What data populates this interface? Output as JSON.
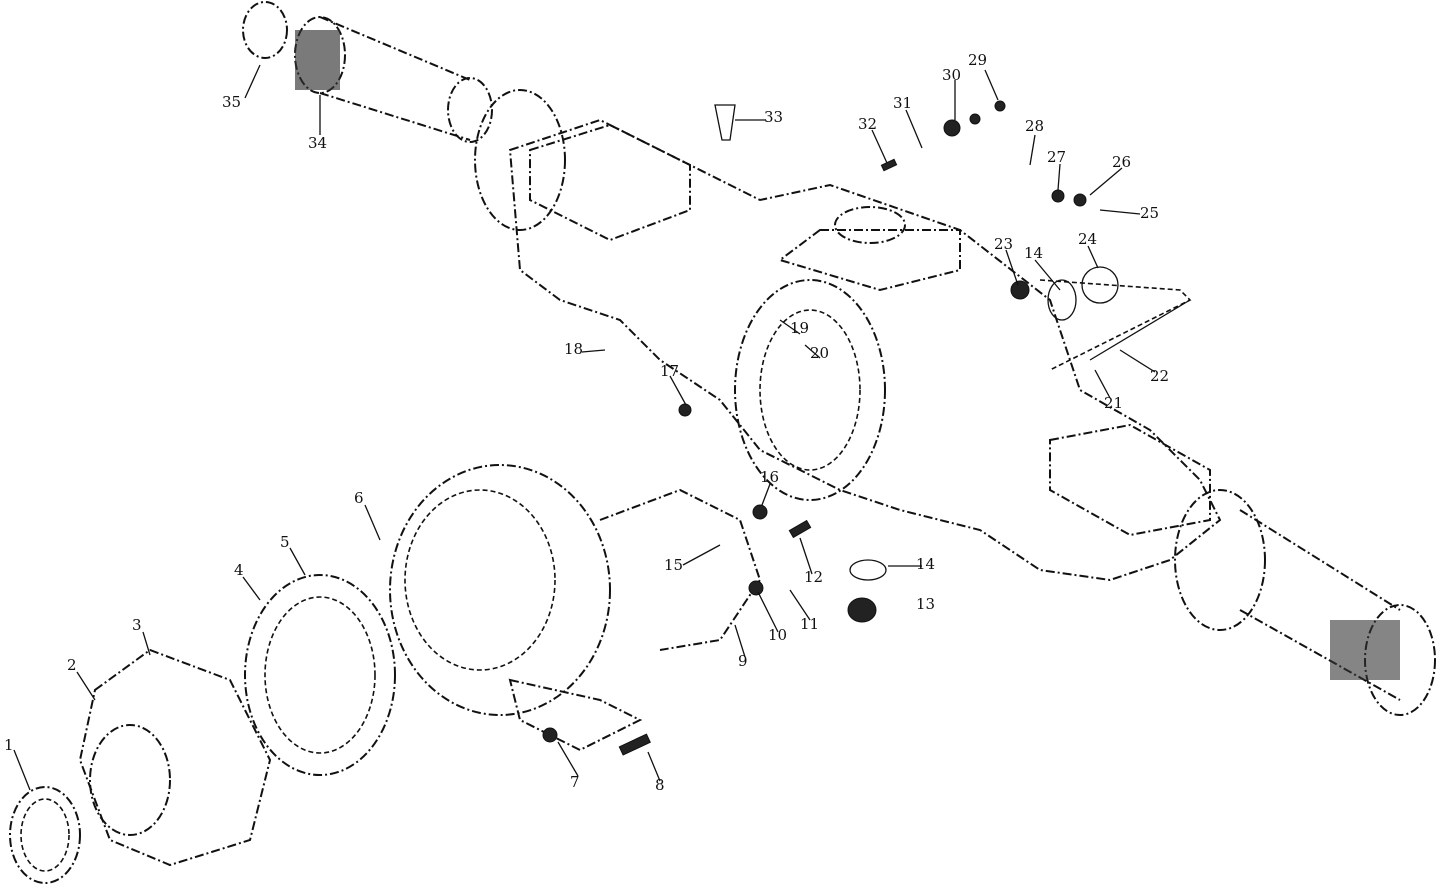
{
  "diagram": {
    "type": "exploded parts diagram - drive axle housing",
    "callouts": [
      "1",
      "2",
      "3",
      "4",
      "5",
      "6",
      "7",
      "8",
      "9",
      "10",
      "11",
      "12",
      "13",
      "14",
      "15",
      "16",
      "17",
      "18",
      "19",
      "20",
      "21",
      "22",
      "23",
      "14",
      "24",
      "25",
      "26",
      "27",
      "28",
      "29",
      "30",
      "31",
      "32",
      "33",
      "34",
      "35"
    ]
  }
}
